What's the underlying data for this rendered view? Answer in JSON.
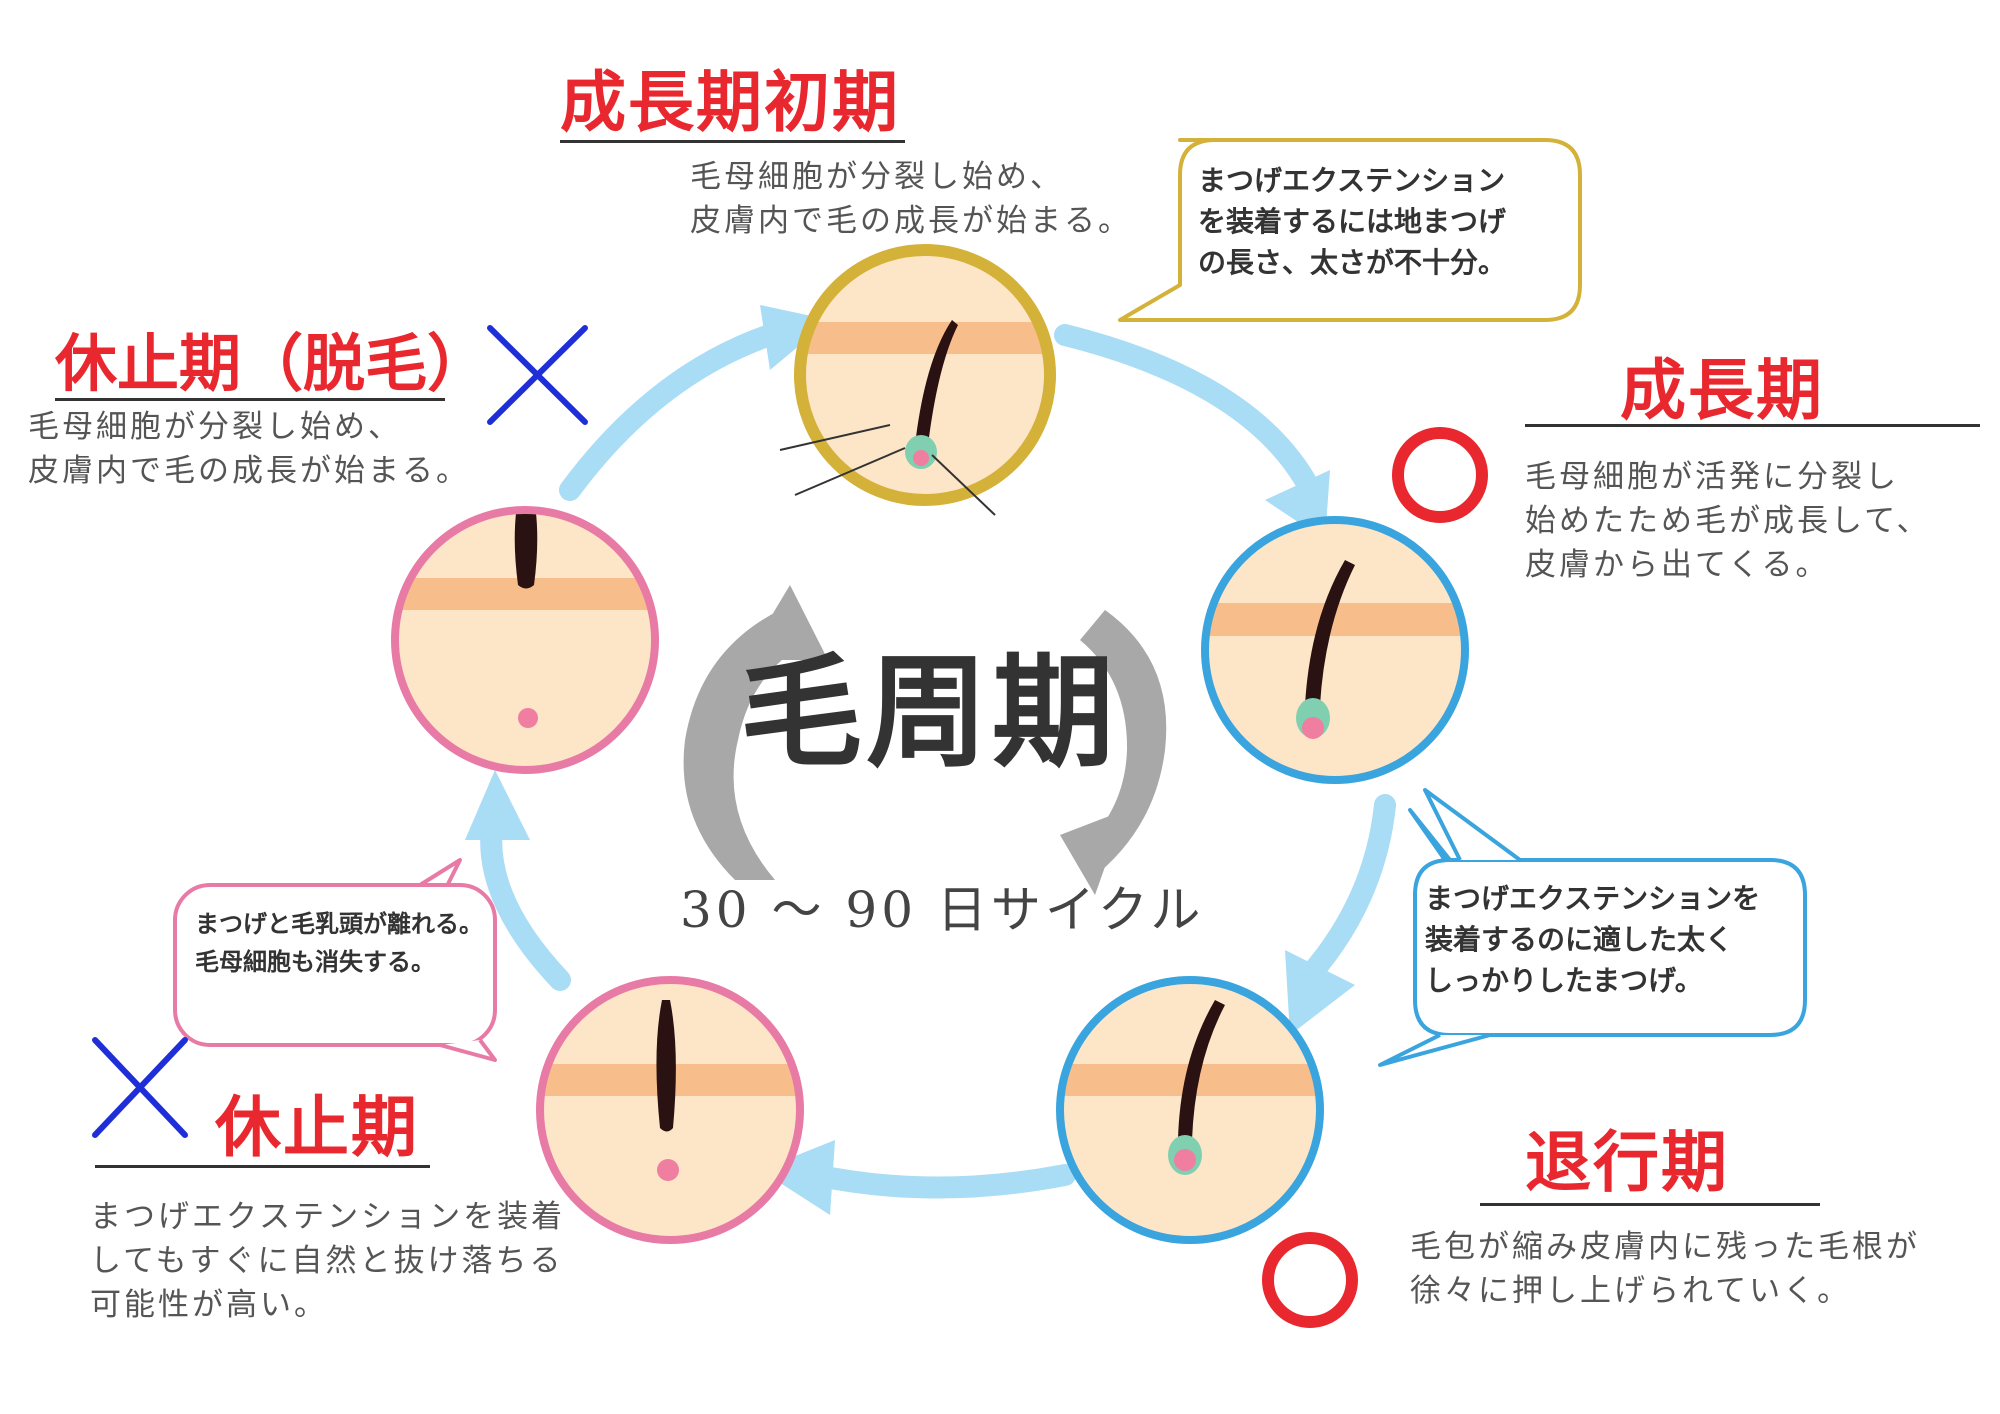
{
  "diagram": {
    "center_title": "毛周期",
    "cycle_label": "30 〜 90 日サイクル",
    "colors": {
      "accent_red": "#e8282e",
      "gold": "#d4b23a",
      "blue": "#3aa4de",
      "pink": "#e87aa6",
      "arrow": "#a9dcf5",
      "skin": "#fde5c8",
      "skin_band": "#f7bd8a",
      "mark_x": "#1f2fd8"
    },
    "phases": [
      {
        "id": "early-anagen",
        "title": "成長期初期",
        "desc_lines": [
          "毛母細胞が分裂し始め、",
          "皮膚内で毛の成長が始まる。"
        ],
        "bubble_lines": [
          "まつげエクステンション",
          "を装着するには地まつげ",
          "の長さ、太さが不十分。"
        ]
      },
      {
        "id": "anagen",
        "title": "成長期",
        "desc_lines": [
          "毛母細胞が活発に分裂し",
          "始めたため毛が成長して、",
          "皮膚から出てくる。"
        ],
        "bubble_lines": [
          "まつげエクステンションを",
          "装着するのに適した太く",
          "しっかりしたまつげ。"
        ],
        "mark": "○"
      },
      {
        "id": "catagen",
        "title": "退行期",
        "desc_lines": [
          "毛包が縮み皮膚内に残った毛根が",
          "徐々に押し上げられていく。"
        ],
        "mark": "○"
      },
      {
        "id": "telogen",
        "title": "休止期",
        "desc_lines": [
          "まつげエクステンションを装着",
          "してもすぐに自然と抜け落ちる",
          "可能性が高い。"
        ],
        "bubble_lines": [
          "まつげと毛乳頭が離れる。",
          "毛母細胞も消失する。"
        ],
        "mark": "×"
      },
      {
        "id": "telogen-shedding",
        "title": "休止期（脱毛）",
        "desc_lines": [
          "毛母細胞が分裂し始め、",
          "皮膚内で毛の成長が始まる。"
        ],
        "mark": "×"
      }
    ]
  }
}
